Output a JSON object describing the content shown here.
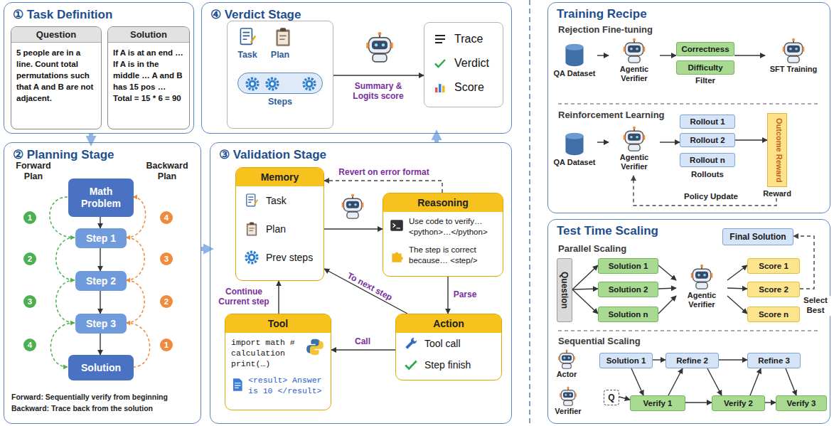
{
  "diagram": {
    "nodes": [
      {
        "text": [
          "① Task Definition"
        ]
      },
      {
        "text": [
          "Question",
          "5 people are in a line. Count total permutations such that A and B are not adjacent."
        ],
        "in": 0
      },
      {
        "text": [
          "Solution",
          "If A is at an end … If A is in the middle … A and B has 15 pos … Total = 15 * 6 = 90"
        ],
        "in": 0
      },
      {
        "text": [
          "④ Verdict Stage"
        ]
      },
      {
        "text": [
          "Task",
          "Plan"
        ],
        "in": 3
      },
      {
        "text": [
          "Steps"
        ],
        "in": 4
      },
      {
        "text": [
          "Trace",
          "Verdict",
          "Score"
        ],
        "in": 3
      },
      {
        "text": [
          "② Planning Stage"
        ]
      },
      {
        "text": [
          "Math Problem"
        ],
        "in": 7
      },
      {
        "text": [
          "Step 1"
        ],
        "in": 7
      },
      {
        "text": [
          "Step 2"
        ],
        "in": 7
      },
      {
        "text": [
          "Step 3"
        ],
        "in": 7
      },
      {
        "text": [
          "Solution"
        ],
        "in": 7
      },
      {
        "text": [
          "③ Validation Stage"
        ]
      },
      {
        "text": [
          "Memory",
          "Task",
          "Plan",
          "Prev steps"
        ],
        "in": 13
      },
      {
        "text": [
          "Reasoning",
          "Use code to verify… <python>…</python>",
          "The step is correct because… <step/>"
        ],
        "in": 13
      },
      {
        "text": [
          "Action",
          "Tool call",
          "Step finish"
        ],
        "in": 13
      },
      {
        "text": [
          "Tool",
          "import math # calculation print(…)",
          "<result> Answer is 10 </result>"
        ],
        "in": 13
      },
      {
        "text": [
          "Training Recipe"
        ]
      },
      {
        "text": [
          "QA Dataset"
        ],
        "in": 18
      },
      {
        "text": [
          "Agentic Verifier"
        ],
        "in": 18
      },
      {
        "text": [
          "Filter"
        ],
        "in": 18
      },
      {
        "text": [
          "Correctness"
        ],
        "in": 21
      },
      {
        "text": [
          "Difficulty"
        ],
        "in": 21
      },
      {
        "text": [
          "SFT Training"
        ],
        "in": 18
      },
      {
        "text": [
          "QA Dataset"
        ],
        "in": 18
      },
      {
        "text": [
          "Agentic Verifier"
        ],
        "in": 18
      },
      {
        "text": [
          "Rollouts"
        ],
        "in": 18
      },
      {
        "text": [
          "Rollout 1"
        ],
        "in": 27
      },
      {
        "text": [
          "Rollout 2"
        ],
        "in": 27
      },
      {
        "text": [
          "Rollout n"
        ],
        "in": 27
      },
      {
        "text": [
          "Outcome Reward",
          "Reward"
        ],
        "in": 18
      },
      {
        "text": [
          "Test Time Scaling"
        ]
      },
      {
        "text": [
          "Question"
        ],
        "in": 32
      },
      {
        "text": [
          "Solution 1"
        ],
        "in": 32
      },
      {
        "text": [
          "Solution 2"
        ],
        "in": 32
      },
      {
        "text": [
          "Solution n"
        ],
        "in": 32
      },
      {
        "text": [
          "Agentic Verifier"
        ],
        "in": 32
      },
      {
        "text": [
          "Score 1"
        ],
        "in": 32
      },
      {
        "text": [
          "Score 2"
        ],
        "in": 32
      },
      {
        "text": [
          "Score n"
        ],
        "in": 32
      },
      {
        "text": [
          "Final Solution"
        ],
        "in": 32
      },
      {
        "text": [
          "Actor"
        ],
        "in": 32
      },
      {
        "text": [
          "Verifier"
        ],
        "in": 32
      },
      {
        "text": [
          "Solution 1"
        ],
        "in": 32
      },
      {
        "text": [
          "Refine 2"
        ],
        "in": 32
      },
      {
        "text": [
          "Refine 3"
        ],
        "in": 32
      },
      {
        "text": [
          "Q"
        ],
        "in": 32
      },
      {
        "text": [
          "Verify 1"
        ],
        "in": 32
      },
      {
        "text": [
          "Verify 2"
        ],
        "in": 32
      },
      {
        "text": [
          "Verify 3"
        ],
        "in": 32
      }
    ],
    "edges": [
      {
        "from": 0,
        "to": 7,
        "arrow": "to"
      },
      {
        "from": 7,
        "to": 13,
        "arrow": "to"
      },
      {
        "from": 13,
        "to": 3,
        "arrow": "to"
      },
      {
        "from": 4,
        "to": 6,
        "label": "Summary & Logits score",
        "arrow": "to"
      },
      {
        "from": 8,
        "to": 9,
        "arrow": "to"
      },
      {
        "from": 9,
        "to": 10,
        "arrow": "to"
      },
      {
        "from": 10,
        "to": 11,
        "arrow": "to"
      },
      {
        "from": 11,
        "to": 12,
        "arrow": "to"
      },
      {
        "from": 14,
        "to": 15,
        "arrow": "to"
      },
      {
        "from": 15,
        "to": 14,
        "label": "Revert on error format",
        "arrow": "to"
      },
      {
        "from": 15,
        "to": 16,
        "label": "Parse",
        "arrow": "to"
      },
      {
        "from": 16,
        "to": 17,
        "label": "Call",
        "arrow": "to"
      },
      {
        "from": 17,
        "to": 14,
        "label": "Continue Current step",
        "arrow": "to"
      },
      {
        "from": 16,
        "to": 14,
        "label": "To next step",
        "arrow": "to"
      },
      {
        "from": 19,
        "to": 20,
        "arrow": "to"
      },
      {
        "from": 20,
        "to": 21,
        "arrow": "to"
      },
      {
        "from": 21,
        "to": 24,
        "arrow": "to"
      },
      {
        "from": 25,
        "to": 26,
        "arrow": "to"
      },
      {
        "from": 26,
        "to": 27,
        "arrow": "to"
      },
      {
        "from": 27,
        "to": 31,
        "arrow": "to"
      },
      {
        "from": 31,
        "to": 26,
        "label": "Policy Update",
        "arrow": "to"
      },
      {
        "from": 33,
        "to": 34,
        "arrow": "to"
      },
      {
        "from": 33,
        "to": 35,
        "arrow": "to"
      },
      {
        "from": 33,
        "to": 36,
        "arrow": "to"
      },
      {
        "from": 34,
        "to": 37,
        "arrow": "to"
      },
      {
        "from": 35,
        "to": 37,
        "arrow": "to"
      },
      {
        "from": 36,
        "to": 37,
        "arrow": "to"
      },
      {
        "from": 37,
        "to": 38,
        "arrow": "to"
      },
      {
        "from": 37,
        "to": 39,
        "arrow": "to"
      },
      {
        "from": 37,
        "to": 40,
        "arrow": "to"
      },
      {
        "from": 39,
        "to": 41,
        "label": "Select Best",
        "arrow": "to"
      },
      {
        "from": 44,
        "to": 45,
        "arrow": "to"
      },
      {
        "from": 45,
        "to": 46,
        "arrow": "to"
      },
      {
        "from": 44,
        "to": 48,
        "arrow": "to"
      },
      {
        "from": 48,
        "to": 45,
        "arrow": "to"
      },
      {
        "from": 45,
        "to": 49,
        "arrow": "to"
      },
      {
        "from": 49,
        "to": 46,
        "arrow": "to"
      },
      {
        "from": 46,
        "to": 50,
        "arrow": "to"
      },
      {
        "from": 48,
        "to": 49,
        "arrow": "to"
      },
      {
        "from": 49,
        "to": 50,
        "arrow": "to"
      },
      {
        "from": 47,
        "to": 48,
        "arrow": "to"
      }
    ],
    "labels": [
      "Forward Plan",
      "Backward Plan",
      "1",
      "2",
      "3",
      "4",
      "4",
      "3",
      "2",
      "1",
      "Forward: Sequentially verify from beginning",
      "Backward: Trace back from the solution",
      "Rejection Fine-tuning",
      "Reinforcement Learning",
      "Parallel Scaling",
      "Sequential Scaling"
    ]
  }
}
